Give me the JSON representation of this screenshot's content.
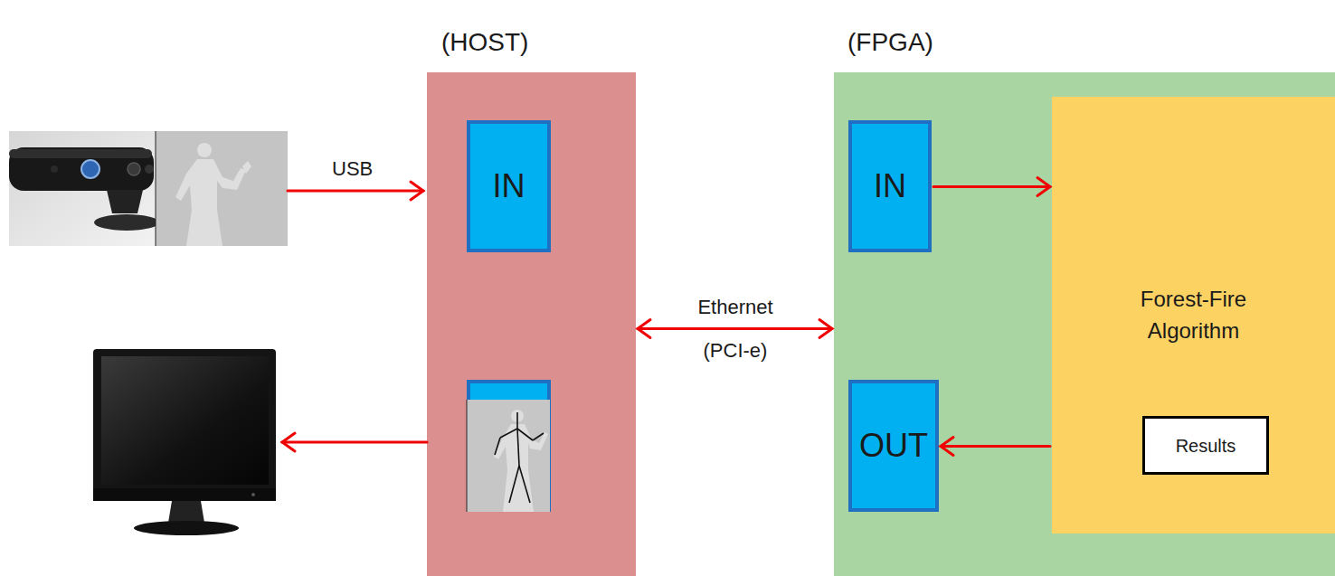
{
  "diagram": {
    "nodes": [
      {
        "text": [
          "(HOST)"
        ]
      },
      {
        "text": [
          "IN"
        ],
        "in": 0
      },
      {
        "text": [
          "(FPGA)"
        ]
      },
      {
        "text": [
          "IN"
        ],
        "in": 2
      },
      {
        "text": [
          "OUT"
        ],
        "in": 2
      },
      {
        "text": [
          "Forest-Fire Algorithm"
        ],
        "in": 2
      },
      {
        "text": [
          "Results"
        ],
        "in": 5
      }
    ],
    "edges": [
      {
        "from": 0,
        "to": 2,
        "label": "Ethernet (PCI-e)",
        "arrow": "both"
      },
      {
        "from": 3,
        "to": 5,
        "arrow": "to"
      },
      {
        "from": 5,
        "to": 4,
        "arrow": "to"
      }
    ],
    "labels": [
      "USB"
    ]
  }
}
